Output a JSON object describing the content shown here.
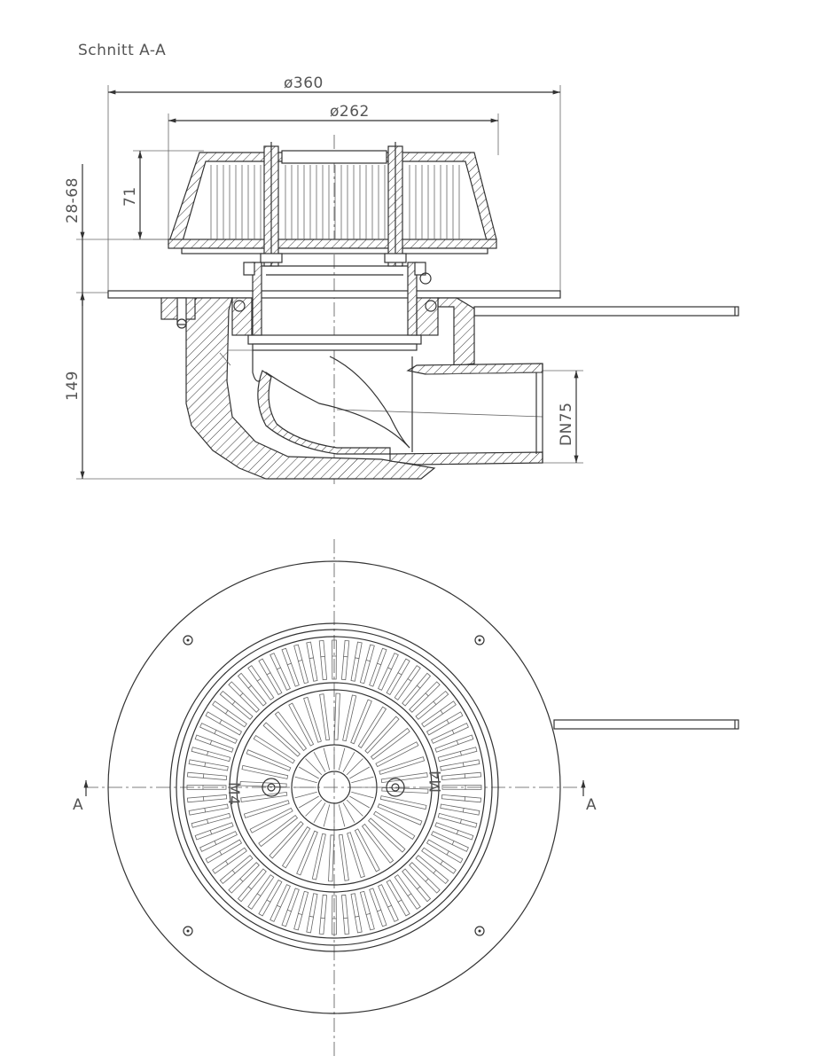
{
  "title": "Schnitt A-A",
  "dimensions": {
    "outer_diameter": "ø360",
    "grate_diameter": "ø262",
    "grate_height": "71",
    "adjust_range": "28-68",
    "body_height": "149",
    "outlet": "DN75"
  },
  "plan": {
    "section_mark_left": "A",
    "section_mark_right": "A",
    "screw_label_left": "M4",
    "screw_label_right": "M4"
  },
  "colors": {
    "line": "#333333",
    "text": "#555555",
    "background": "#ffffff"
  }
}
